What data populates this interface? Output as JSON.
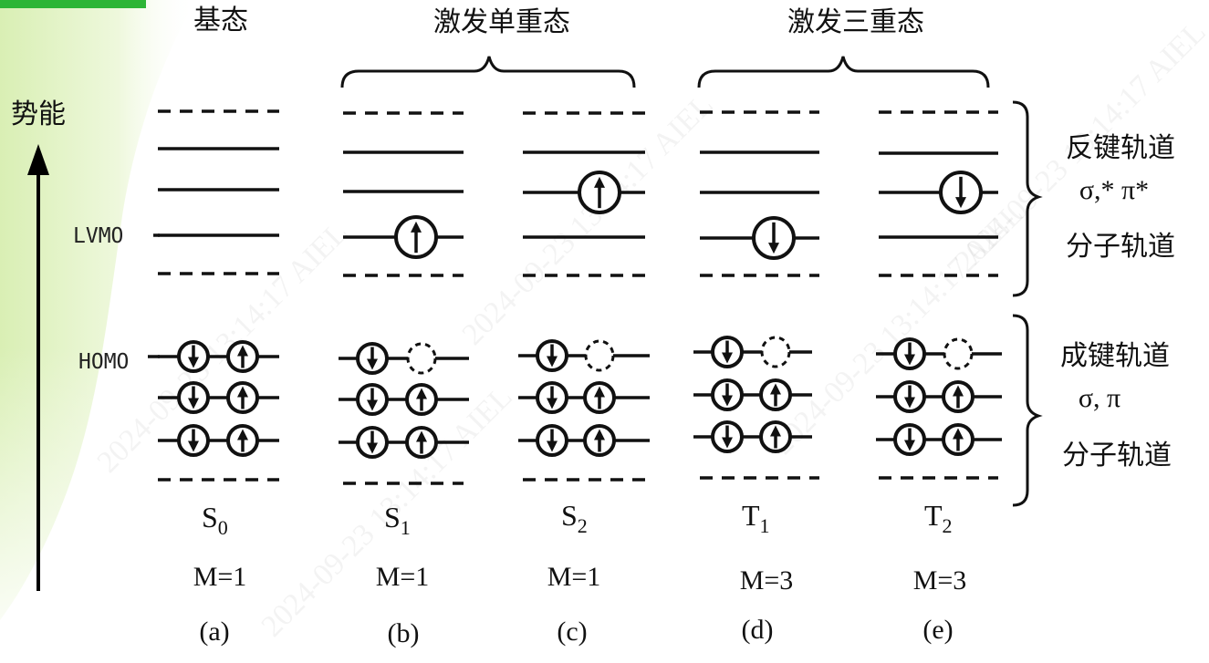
{
  "header": {
    "ground": "基态",
    "singlet": "激发单重态",
    "triplet": "激发三重态"
  },
  "axis": {
    "label": "势能"
  },
  "markers": {
    "lumo": "LVMO",
    "homo": "HOMO"
  },
  "right_labels": {
    "antibonding": {
      "line1": "反键轨道",
      "line2": "σ,* π*",
      "line3": "分子轨道"
    },
    "bonding": {
      "line1": "成键轨道",
      "line2": "σ, π",
      "line3": "分子轨道"
    }
  },
  "states": [
    {
      "id": "a",
      "symbol": "S",
      "sub": "0",
      "multiplicity": "M=1",
      "tag": "(a)"
    },
    {
      "id": "b",
      "symbol": "S",
      "sub": "1",
      "multiplicity": "M=1",
      "tag": "(b)"
    },
    {
      "id": "c",
      "symbol": "S",
      "sub": "2",
      "multiplicity": "M=1",
      "tag": "(c)"
    },
    {
      "id": "d",
      "symbol": "T",
      "sub": "1",
      "multiplicity": "M=3",
      "tag": "(d)"
    },
    {
      "id": "e",
      "symbol": "T",
      "sub": "2",
      "multiplicity": "M=3",
      "tag": "(e)"
    }
  ],
  "watermark": {
    "text": "2024-09-23 13:14:17 AIEL"
  },
  "colors": {
    "accent": "#2db536",
    "ink": "#111111"
  }
}
